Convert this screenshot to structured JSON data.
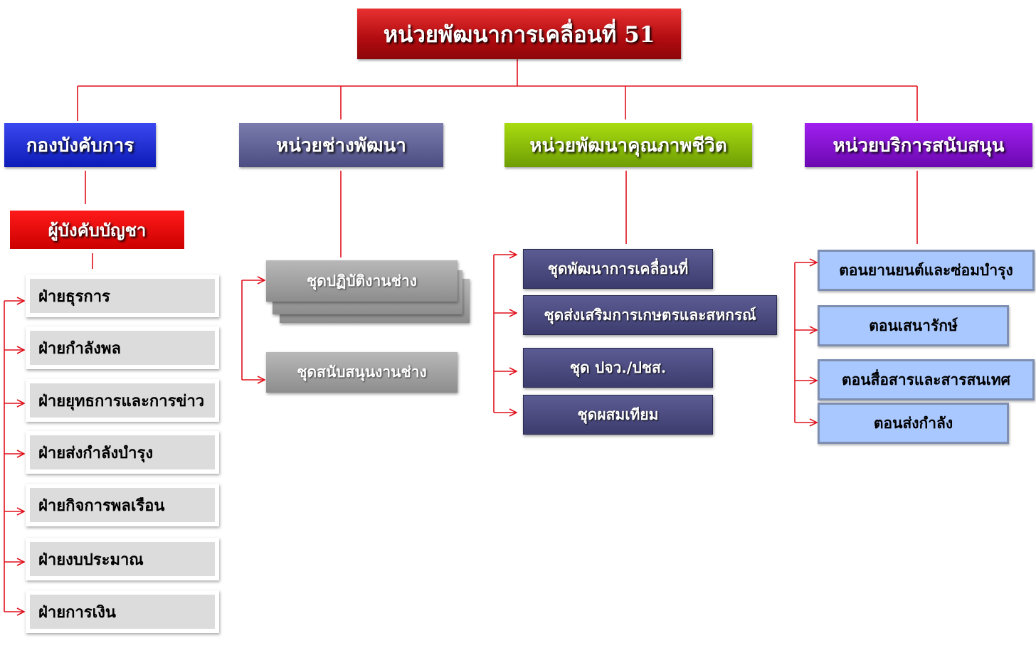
{
  "title": "หน่วยพัฒนาการเคลื่อนที่ 51",
  "units": [
    {
      "label": "กองบังคับการ",
      "color": "#1a28d8"
    },
    {
      "label": "หน่วยช่างพัฒนา",
      "color": "#5e5f94"
    },
    {
      "label": "หน่วยพัฒนาคุณภาพชีวิต",
      "color": "#8cc00a"
    },
    {
      "label": "หน่วยบริการสนับสนุน",
      "color": "#8410d0"
    }
  ],
  "commander": "ผู้บังคับบัญชา",
  "hq_departments": [
    "ฝ่ายธุรการ",
    "ฝ่ายกำลังพล",
    "ฝ่ายยุทธการและการข่าว",
    "ฝ่ายส่งกำลังบำรุง",
    "ฝ่ายกิจการพลเรือน",
    "ฝ่ายงบประมาณ",
    "ฝ่ายการเงิน"
  ],
  "engineer_teams": [
    "ชุดปฏิบัติงานช่าง",
    "ชุดสนับสนุนงานช่าง"
  ],
  "quality_teams": [
    "ชุดพัฒนาการเคลื่อนที่",
    "ชุดส่งเสริมการเกษตรและสหกรณ์",
    "ชุด ปจว./ปชส.",
    "ชุดผสมเทียม"
  ],
  "support_sections": [
    "ตอนยานยนต์และซ่อมบำรุง",
    "ตอนเสนารักษ์",
    "ตอนสื่อสารและสารสนเทศ",
    "ตอนส่งกำลัง"
  ],
  "line_color": "#e0101c"
}
